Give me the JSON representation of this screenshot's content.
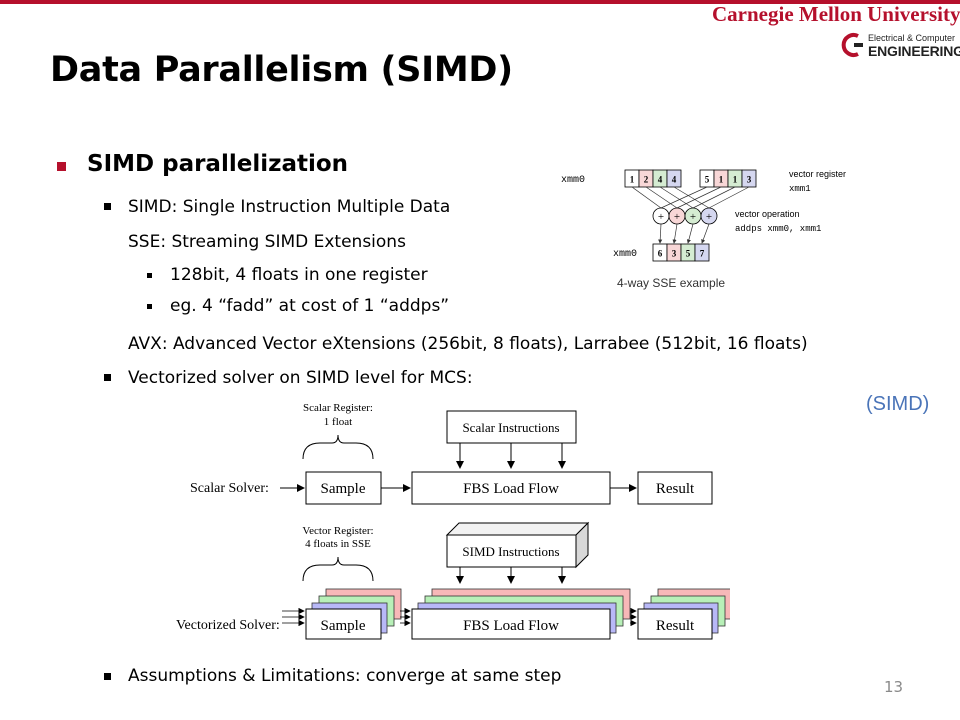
{
  "header": {
    "university": "Carnegie Mellon University",
    "dept_line1": "Electrical & Computer",
    "dept_line2": "ENGINEERING"
  },
  "slide": {
    "title": "Data Parallelism (SIMD)",
    "page_number": "13",
    "side_label": "(SIMD)"
  },
  "bullets": {
    "heading": "SIMD parallelization",
    "simd_def": "SIMD: Single Instruction Multiple Data",
    "sse_def": "SSE: Streaming SIMD Extensions",
    "sse_sub1": "128bit, 4 floats in one register",
    "sse_sub2": "eg. 4 “fadd” at cost of 1 “addps”",
    "avx_def": "AVX: Advanced Vector eXtensions (256bit, 8 floats), Larrabee (512bit, 16 floats)",
    "vectorized": "Vectorized solver on SIMD level for MCS:",
    "assumptions": "Assumptions & Limitations: converge at same step"
  },
  "sse_diagram": {
    "xmm0_label": "xmm0",
    "xmm0_values": [
      "1",
      "2",
      "4",
      "4"
    ],
    "xmm1_values": [
      "5",
      "1",
      "1",
      "3"
    ],
    "result_values": [
      "6",
      "3",
      "5",
      "7"
    ],
    "register_note_1": "vector register",
    "register_note_2": "xmm1",
    "operation_note_1": "vector operation",
    "operation_note_2": "addps xmm0, xmm1",
    "op_symbol": "+",
    "caption": "4-way SSE example",
    "colors": [
      "#ffffff",
      "#f8d7d7",
      "#d5ecd2",
      "#d5d7f0"
    ]
  },
  "solver_diagram": {
    "scalar_register_1": "Scalar Register:",
    "scalar_register_2": "1 float",
    "scalar_instructions": "Scalar Instructions",
    "scalar_solver": "Scalar Solver:",
    "sample": "Sample",
    "fbs": "FBS Load Flow",
    "result": "Result",
    "vector_register_1": "Vector Register:",
    "vector_register_2": "4 floats in SSE",
    "simd_instructions": "SIMD Instructions",
    "vectorized_solver": "Vectorized Solver:",
    "layer_colors": [
      "#f7b8b8",
      "#b8f0b8",
      "#b8b8f7"
    ]
  }
}
